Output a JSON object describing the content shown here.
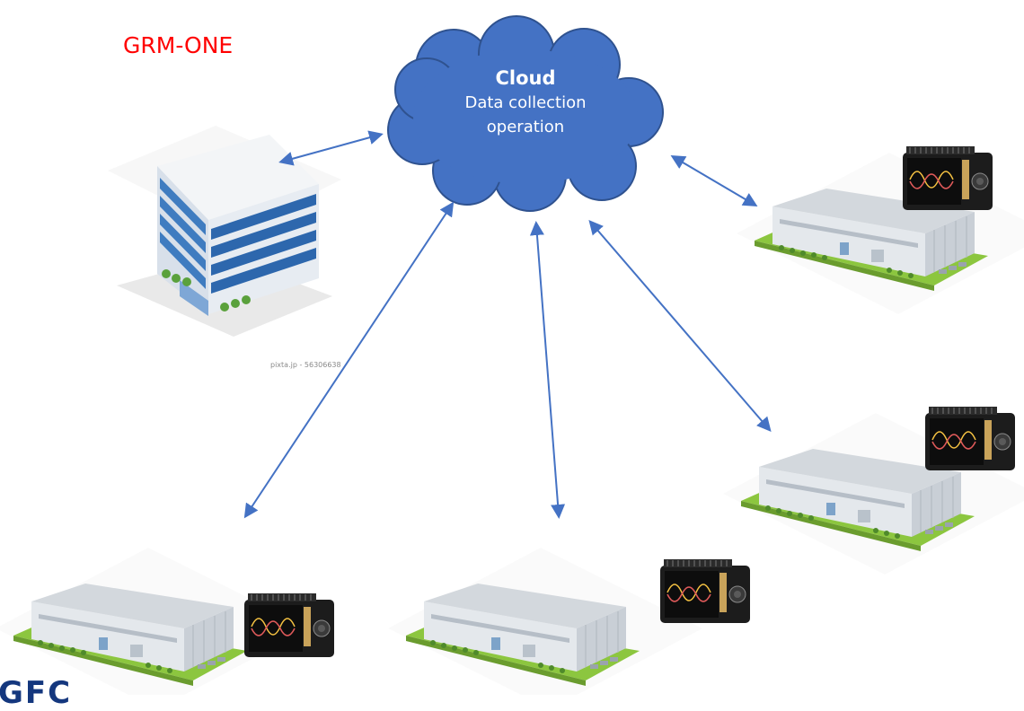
{
  "title": "GRM-ONE",
  "cloud": {
    "title": "Cloud",
    "line1": "Data collection",
    "line2": "operation",
    "fill": "#4472c4",
    "stroke": "#2f528f"
  },
  "watermark": "pixta.jp - 56306638",
  "logo_text": "GFC",
  "colors": {
    "title": "#ff0000",
    "arrow": "#4472c4",
    "logo": "#14377e"
  },
  "nodes": [
    {
      "id": "office-building",
      "type": "office-building-icon"
    },
    {
      "id": "factory-1",
      "type": "factory-with-logger"
    },
    {
      "id": "factory-2",
      "type": "factory-with-logger"
    },
    {
      "id": "factory-3",
      "type": "factory-with-logger"
    },
    {
      "id": "factory-4",
      "type": "factory-with-logger"
    }
  ]
}
